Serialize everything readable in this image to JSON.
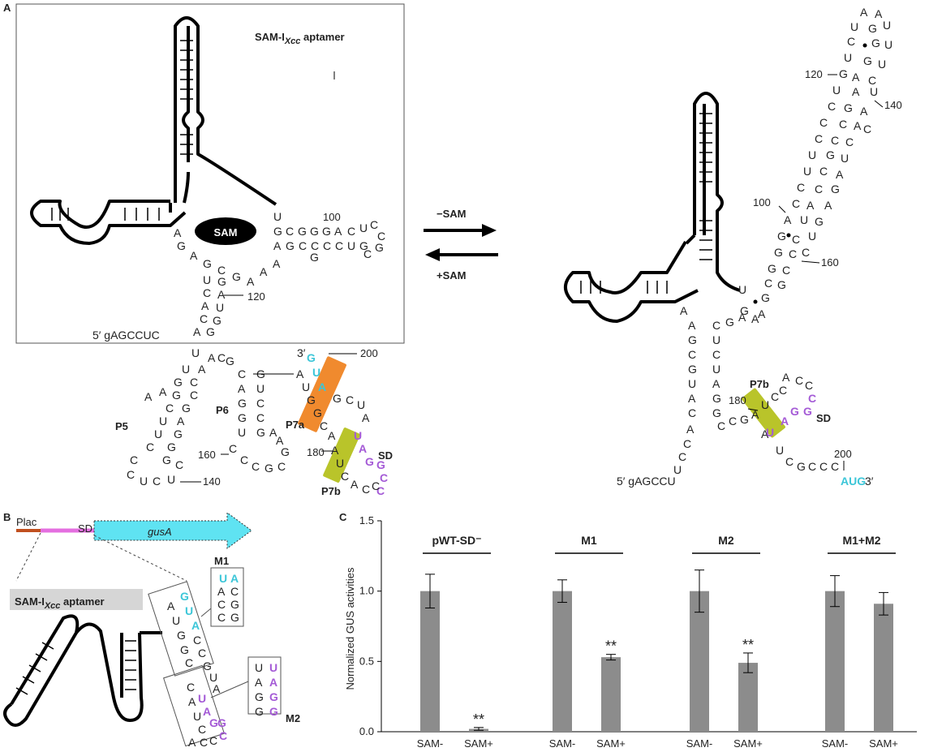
{
  "panels": {
    "A": "A",
    "B": "B",
    "C": "C"
  },
  "panelA": {
    "aptamer_label": "SAM-I",
    "aptamer_sub": "Xcc",
    "aptamer_suffix": " aptamer",
    "ligand": "SAM",
    "arrow_forward": "−SAM",
    "arrow_back": "+SAM",
    "left": {
      "p5": "P5",
      "p6": "P6",
      "p7a": "P7a",
      "p7b": "P7b",
      "sd": "SD",
      "n100": "100",
      "n120": "120",
      "n140": "140",
      "n160": "160",
      "n180": "180",
      "n200": "200",
      "five_prime": "5′ gAGCCUC",
      "three_prime": "3′"
    },
    "right": {
      "p7b": "P7b",
      "sd": "SD",
      "n100": "100",
      "n120": "120",
      "n140": "140",
      "n160": "160",
      "n180": "180",
      "n200": "200",
      "five_prime": "5′ gAGCCU",
      "aug": "AUG",
      "three_prime": "3′"
    },
    "colors": {
      "p7a_box": "#f08a2e",
      "p7b_box": "#b9c42a",
      "cyan": "#3cc6d8",
      "purple": "#a45ad6"
    }
  },
  "panelB": {
    "plac": "Plac",
    "sd": "SD",
    "gene": "gusA",
    "aptamer_label": "SAM-I",
    "aptamer_sub": "Xcc",
    "aptamer_suffix": " aptamer",
    "m1": "M1",
    "m2": "M2",
    "colors": {
      "promoter": "#c0501f",
      "leader": "#e46fe0",
      "gene_arrow": "#5fe3f2"
    }
  },
  "chart_data": {
    "type": "bar",
    "ylabel": "Normalized GUS activities",
    "ylim": [
      0,
      1.5
    ],
    "yticks": [
      "0.0",
      "0.5",
      "1.0",
      "1.5"
    ],
    "groups": [
      {
        "name": "pWT-SD⁻",
        "categories": [
          "SAM-",
          "SAM+"
        ],
        "values": [
          1.0,
          0.02
        ],
        "errors": [
          0.12,
          0.01
        ],
        "stars": [
          "",
          "**"
        ]
      },
      {
        "name": "M1",
        "categories": [
          "SAM-",
          "SAM+"
        ],
        "values": [
          1.0,
          0.53
        ],
        "errors": [
          0.08,
          0.02
        ],
        "stars": [
          "",
          "**"
        ]
      },
      {
        "name": "M2",
        "categories": [
          "SAM-",
          "SAM+"
        ],
        "values": [
          1.0,
          0.49
        ],
        "errors": [
          0.15,
          0.07
        ],
        "stars": [
          "",
          "**"
        ]
      },
      {
        "name": "M1+M2",
        "categories": [
          "SAM-",
          "SAM+"
        ],
        "values": [
          1.0,
          0.91
        ],
        "errors": [
          0.11,
          0.08
        ],
        "stars": [
          "",
          ""
        ]
      }
    ],
    "bar_color": "#8c8c8c"
  }
}
